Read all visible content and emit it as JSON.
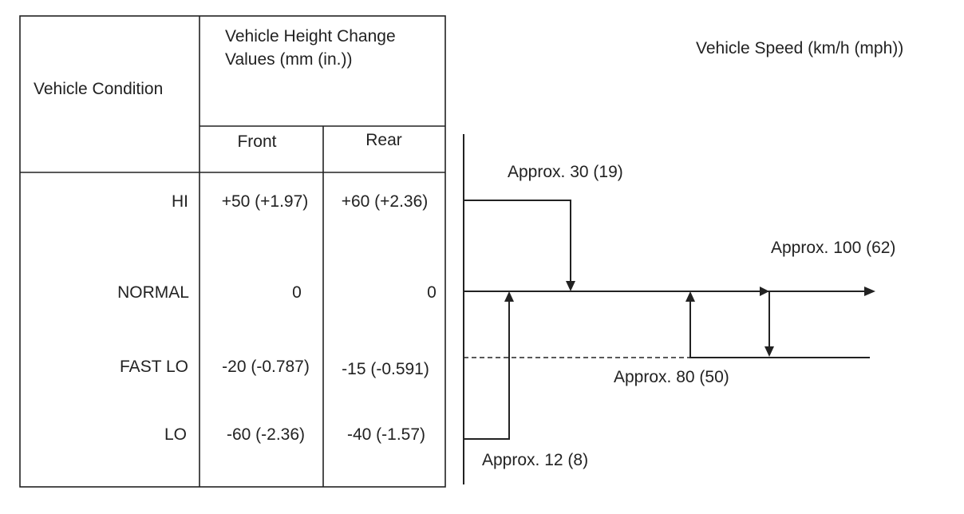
{
  "table": {
    "header_condition": "Vehicle Condition",
    "header_values_line1": "Vehicle Height Change",
    "header_values_line2": "Values (mm (in.))",
    "col_front": "Front",
    "col_rear": "Rear",
    "rows": [
      {
        "condition": "HI",
        "front": "+50 (+1.97)",
        "rear": "+60 (+2.36)"
      },
      {
        "condition": "NORMAL",
        "front": "0",
        "rear": "0"
      },
      {
        "condition": "FAST LO",
        "front": "-20 (-0.787)",
        "rear": "-15 (-0.591)"
      },
      {
        "condition": "LO",
        "front": "-60 (-2.36)",
        "rear": "-40 (-1.57)"
      }
    ]
  },
  "diagram": {
    "axis_label": "Vehicle Speed (km/h (mph))",
    "labels": {
      "hi_to_normal": "Approx. 30 (19)",
      "normal_to_fast_lo": "Approx. 100 (62)",
      "fast_lo_to_normal": "Approx. 80 (50)",
      "lo_to_normal": "Approx. 12 (8)"
    }
  },
  "colors": {
    "line": "#222222",
    "background": "#ffffff"
  }
}
